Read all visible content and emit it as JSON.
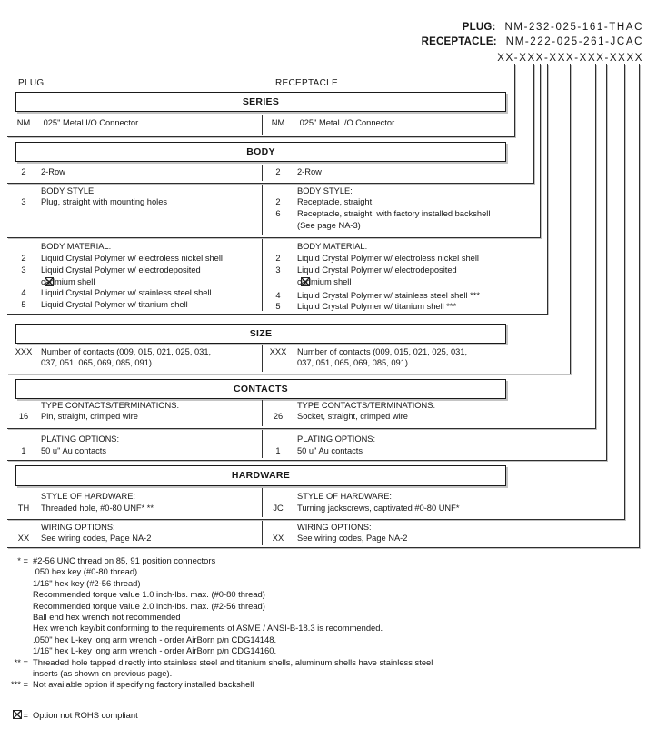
{
  "pn": {
    "plug_label": "PLUG:",
    "plug_value": "NM-232-025-161-THAC",
    "receptacle_label": "RECEPTACLE:",
    "receptacle_value": "NM-222-025-261-JCAC",
    "mask": "XX-XXX-XXX-XXX-XXXX"
  },
  "columns": {
    "left": "PLUG",
    "right": "RECEPTACLE"
  },
  "series": {
    "title": "SERIES",
    "left_code": "NM",
    "left_text": ".025\" Metal I/O Connector",
    "right_code": "NM",
    "right_text": ".025\" Metal I/O Connector"
  },
  "body": {
    "title": "BODY",
    "row": {
      "left_code": "2",
      "left_text": "2-Row",
      "right_code": "2",
      "right_text": "2-Row"
    },
    "style": {
      "label": "BODY STYLE:",
      "left1_code": "3",
      "left1_text": "Plug, straight with mounting holes",
      "right1_code": "2",
      "right1_text": "Receptacle, straight",
      "right2_code": "6",
      "right2_text": "Receptacle, straight, with factory installed backshell",
      "right3_text": "(See page NA-3)"
    },
    "material": {
      "label": "BODY MATERIAL:",
      "l1_code": "2",
      "l1_text": "Liquid Crystal Polymer w/ electroless nickel shell",
      "l2_code": "3",
      "l2_text": "Liquid Crystal Polymer w/ electrodeposited",
      "l3_text": "cadmium shell",
      "l4_code": "4",
      "l4_text": "Liquid Crystal Polymer w/ stainless steel shell",
      "l5_code": "5",
      "l5_text": "Liquid Crystal Polymer w/ titanium shell",
      "r1_code": "2",
      "r1_text": "Liquid Crystal Polymer w/ electroless nickel shell",
      "r2_code": "3",
      "r2_text": "Liquid Crystal Polymer w/ electrodeposited",
      "r3_text": "cadmium shell",
      "r4_code": "4",
      "r4_text": "Liquid Crystal Polymer w/ stainless steel shell ***",
      "r5_code": "5",
      "r5_text": "Liquid Crystal Polymer w/ titanium shell ***"
    }
  },
  "size": {
    "title": "SIZE",
    "code": "XXX",
    "text1": "Number of contacts (009, 015, 021, 025, 031,",
    "text2": "037, 051, 065, 069, 085, 091)"
  },
  "contacts": {
    "title": "CONTACTS",
    "type": {
      "label": "TYPE CONTACTS/TERMINATIONS:",
      "left_code": "16",
      "left_text": "Pin, straight, crimped wire",
      "right_code": "26",
      "right_text": "Socket, straight, crimped wire"
    },
    "plating": {
      "label": "PLATING OPTIONS:",
      "code": "1",
      "text": "50 u\" Au contacts"
    }
  },
  "hardware": {
    "title": "HARDWARE",
    "style": {
      "label": "STYLE OF HARDWARE:",
      "left_code": "TH",
      "left_text": "Threaded hole, #0-80 UNF* **",
      "right_code": "JC",
      "right_text": "Turning jackscrews, captivated #0-80 UNF*"
    },
    "wiring": {
      "label": "WIRING OPTIONS:",
      "code": "XX",
      "text": "See wiring codes, Page NA-2"
    }
  },
  "footnotes": [
    {
      "m": "* =",
      "t": "#2-56 UNC thread on 85, 91 position connectors"
    },
    {
      "m": "",
      "t": ".050 hex key (#0-80 thread)"
    },
    {
      "m": "",
      "t": "1/16\" hex key (#2-56 thread)"
    },
    {
      "m": "",
      "t": "Recommended torque value 1.0 inch-lbs. max. (#0-80 thread)"
    },
    {
      "m": "",
      "t": "Recommended torque value 2.0 inch-lbs. max. (#2-56 thread)"
    },
    {
      "m": "",
      "t": "Ball end hex wrench not recommended"
    },
    {
      "m": "",
      "t": "Hex wrench key/bit conforming to the requirements of ASME / ANSI-B-18.3 is recommended."
    },
    {
      "m": "",
      "t": ".050\" hex L-key long arm wrench - order AirBorn p/n CDG14148."
    },
    {
      "m": "",
      "t": "1/16\" hex L-key long arm wrench - order AirBorn p/n CDG14160."
    },
    {
      "m": "** =",
      "t": "Threaded hole tapped directly into stainless steel and titanium shells, aluminum shells have stainless steel"
    },
    {
      "m": "",
      "t": "inserts (as shown on previous page)."
    },
    {
      "m": "*** =",
      "t": "Not available option if specifying factory installed backshell"
    },
    {
      "m": "=",
      "t": "Option not ROHS compliant"
    }
  ],
  "colors": {
    "ink": "#1a1a1a",
    "line_shadow": "#c0c0c0",
    "background": "#ffffff"
  }
}
